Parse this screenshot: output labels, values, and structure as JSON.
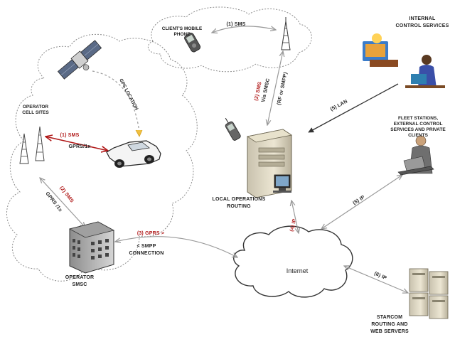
{
  "colors": {
    "cloud_stroke": "#8c8c8c",
    "link_gray": "#9a9a9a",
    "link_dark": "#333333",
    "link_red": "#b01818",
    "label_red": "#b01818",
    "label_dark": "#222222"
  },
  "nodes": {
    "client_phone": {
      "line1": "CLIENT'S MOBILE",
      "line2": "PHONE",
      "icon": "mobile-phone-icon"
    },
    "internal_control": {
      "line1": "INTERNAL",
      "line2": "CONTROL SERVICES",
      "icon": "office-workers-icon"
    },
    "operator_cells": {
      "line1": "OPERATOR",
      "line2": "CELL SITES",
      "icon": "cell-tower-icon"
    },
    "fleet_stations": {
      "line1": "FLEET STATIONS,",
      "line2": "EXTERNAL CONTROL",
      "line3": "SERVICES  AND PRIVATE",
      "line4": "CLIENTS",
      "icon": "person-laptop-icon"
    },
    "local_ops": {
      "line1": "LOCAL OPERATIONS",
      "line2": "ROUTING",
      "icon": "server-tower-icon"
    },
    "operator_smsc": {
      "line1": "OPERATOR",
      "line2": "SMSC",
      "icon": "building-icon"
    },
    "internet": {
      "label": "Internet",
      "icon": "cloud-icon"
    },
    "starcom": {
      "line1": "STARCOM",
      "line2": "ROUTING AND",
      "line3": "WEB SERVERS",
      "icon": "server-rack-icon"
    },
    "satellite": {
      "icon": "satellite-icon"
    },
    "car": {
      "icon": "car-icon"
    }
  },
  "links": {
    "phone_sms": "(1) SMS",
    "gps_location": "GPS LOCATION",
    "cell_sms": "(1) SMS",
    "cell_gprs": "GPRS/1x",
    "via_smsc_1": "(2) SMS",
    "via_smsc_2": "Via SMSC",
    "via_smsc_3": "(RF or SMPP)",
    "lan": "(5) LAN",
    "smsc_sms": "(2) SMS",
    "smsc_gprs": "GPRS /1x",
    "ops_ip": "(4) IP",
    "fleet_ip": "(5) IP",
    "smsc_gprs3": "(3) GPRS >",
    "smpp_1": "< SMPP",
    "smpp_2": "CONNECTION",
    "starcom_ip": "(6) IP"
  }
}
